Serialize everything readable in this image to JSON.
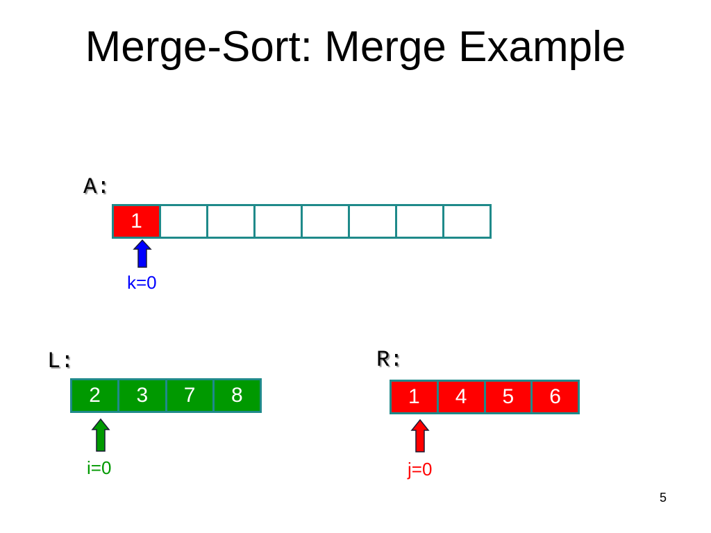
{
  "slide": {
    "title": "Merge-Sort: Merge Example",
    "page_number": "5"
  },
  "arrays": {
    "A": {
      "label": "A:",
      "cells": [
        {
          "value": "1",
          "fill": "#ff0000"
        },
        {
          "value": "",
          "fill": "#ffffff"
        },
        {
          "value": "",
          "fill": "#ffffff"
        },
        {
          "value": "",
          "fill": "#ffffff"
        },
        {
          "value": "",
          "fill": "#ffffff"
        },
        {
          "value": "",
          "fill": "#ffffff"
        },
        {
          "value": "",
          "fill": "#ffffff"
        },
        {
          "value": "",
          "fill": "#ffffff"
        }
      ],
      "pointer": {
        "label": "k=0",
        "color": "#0000ff"
      }
    },
    "L": {
      "label": "L:",
      "cells": [
        {
          "value": "2",
          "fill": "#009900"
        },
        {
          "value": "3",
          "fill": "#009900"
        },
        {
          "value": "7",
          "fill": "#009900"
        },
        {
          "value": "8",
          "fill": "#009900"
        }
      ],
      "pointer": {
        "label": "i=0",
        "color": "#009900"
      }
    },
    "R": {
      "label": "R:",
      "cells": [
        {
          "value": "1",
          "fill": "#ff0000"
        },
        {
          "value": "4",
          "fill": "#ff0000"
        },
        {
          "value": "5",
          "fill": "#ff0000"
        },
        {
          "value": "6",
          "fill": "#ff0000"
        }
      ],
      "pointer": {
        "label": "j=0",
        "color": "#ff0000"
      }
    }
  },
  "colors": {
    "cell_border": "#1f8a8a",
    "cell_text": "#ffffff",
    "arrow_outline": "#1a1a33"
  }
}
